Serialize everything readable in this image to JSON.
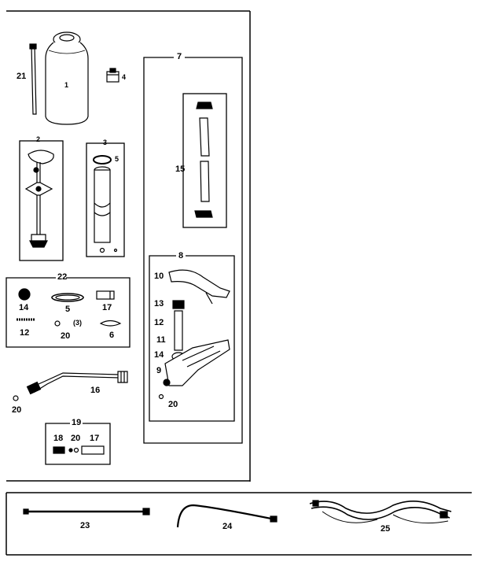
{
  "labels": {
    "p1": "1",
    "p2": "2",
    "p3": "3",
    "p4": "4",
    "p5": "5",
    "p6": "6",
    "p7": "7",
    "p8": "8",
    "p9": "9",
    "p10": "10",
    "p11": "11",
    "p12": "12",
    "p13": "13",
    "p14": "14",
    "p15": "15",
    "p16": "16",
    "p17": "17",
    "p18": "18",
    "p19": "19",
    "p20": "20",
    "p21": "21",
    "p22": "22",
    "p23": "23",
    "p24": "24",
    "p25": "25",
    "qty3": "(3)"
  },
  "colors": {
    "ink": "#000000",
    "paper": "#ffffff"
  }
}
